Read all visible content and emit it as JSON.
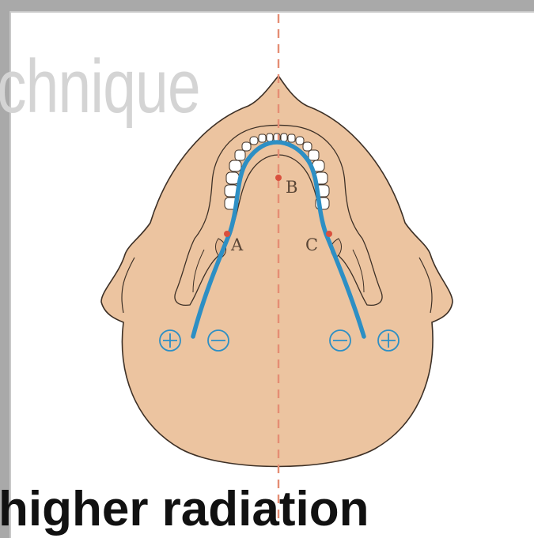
{
  "background_text": "chnique",
  "caption": "higher radiation",
  "diagram": {
    "point_labels": {
      "a": "A",
      "b": "B",
      "c": "C"
    },
    "colors": {
      "skin": "#ecc4a0",
      "outline": "#3d3026",
      "electrode_path": "#2d8fc4",
      "points": "#d9503e",
      "midline": "#e58d74",
      "teeth": "#ffffff",
      "background": "#ffffff"
    },
    "symbols": {
      "plus": "plus-circle-icon",
      "minus": "minus-circle-icon"
    }
  }
}
